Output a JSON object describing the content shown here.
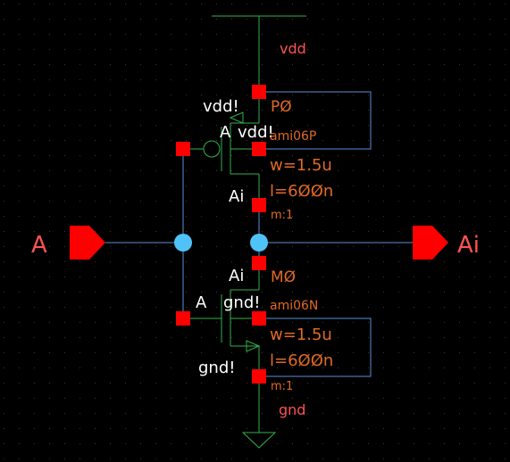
{
  "colors": {
    "background": "#000000",
    "grid_dot": "#3a3a3a",
    "wire": "#5b8fd6",
    "device": "#33b04a",
    "pin": "#ff0000",
    "text_white": "#ffffff",
    "text_red": "#ff5252",
    "text_orange": "#e06a26",
    "net_dot": "#4fc3f7"
  },
  "net_labels": {
    "vdd": "vdd",
    "gnd": "gnd"
  },
  "pmos": {
    "instance": "PØ",
    "model": "ami06P",
    "width": "w=1.5u",
    "length": "l=6ØØn",
    "multiplier": "m:1",
    "gate_label": "A",
    "source_label": "vdd!",
    "body_label": "vdd!",
    "drain_label": "Ai"
  },
  "nmos": {
    "instance": "MØ",
    "model": "ami06N",
    "width": "w=1.5u",
    "length": "l=6ØØn",
    "multiplier": "m:1",
    "gate_label": "A",
    "source_label": "gnd!",
    "body_label": "gnd!",
    "drain_label": "Ai"
  },
  "ports": {
    "input": "A",
    "output": "Ai"
  }
}
